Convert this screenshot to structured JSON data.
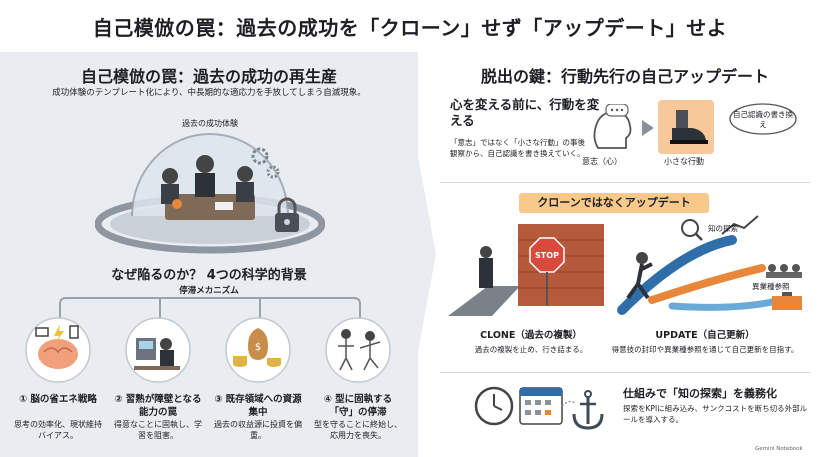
{
  "title": "自己模倣の罠：過去の成功を「クローン」せず「アップデート」せよ",
  "left": {
    "heading": "自己模倣の罠：過去の成功の再生産",
    "description": "成功体験のテンプレート化により、中長期的な適応力を手放してしまう自滅現象。",
    "bubble_label": "過去の成功体験",
    "why_heading": "なぜ陥るのか？ 4つの科学的背景",
    "stagnation_label": "停滞メカニズム",
    "cards": [
      {
        "title": "① 脳の省エネ戦略",
        "body": "思考の効率化、現状維持バイアス。"
      },
      {
        "title": "② 習熟が障壁となる能力の罠",
        "body": "得意なことに固執し、学習を阻害。"
      },
      {
        "title": "③ 既存領域への資源集中",
        "body": "過去の収益源に投資を偏重。"
      },
      {
        "title": "④ 型に固執する「守」の停滞",
        "body": "型を守ることに終始し、応用力を喪失。"
      }
    ]
  },
  "right": {
    "heading": "脱出の鍵：行動先行の自己アップデート",
    "habit": {
      "title": "心を変える前に、行動を変える",
      "body": "「意志」ではなく「小さな行動」の事後観察から、自己認識を書き換えていく。",
      "label_mind": "意志（心）",
      "label_action": "小さな行動",
      "self_image": "自己認識の書き換え"
    },
    "banner": "クローンではなくアップデート",
    "clone": {
      "title": "CLONE（過去の複製）",
      "desc": "過去の複製を止め、行き詰まる。"
    },
    "update": {
      "title": "UPDATE（自己更新）",
      "desc": "得意技の封印や異業種参照を通じて自己更新を目指す。"
    },
    "explore_label": "知の探索",
    "crossref_label": "異業種参照",
    "stop_sign": "STOP",
    "mechanism": {
      "title": "仕組みで「知の探索」を義務化",
      "body": "探索をKPIに組み込み、サンクコストを断ち切る外部ルールを導入する。"
    }
  },
  "brand": "Gemini Notebook",
  "icons": [
    "lock-icon",
    "brain-icon",
    "gear-icon",
    "clock-icon",
    "calendar-icon",
    "anchor-icon",
    "magnifier-icon",
    "toolbox-icon",
    "people-icon",
    "rocket-icon",
    "shoe-icon"
  ],
  "colors": {
    "left_bg": "#e9edf1",
    "banner": "#f8c98a",
    "accent_orange": "#e8873a",
    "accent_blue": "#2f6ea8"
  }
}
